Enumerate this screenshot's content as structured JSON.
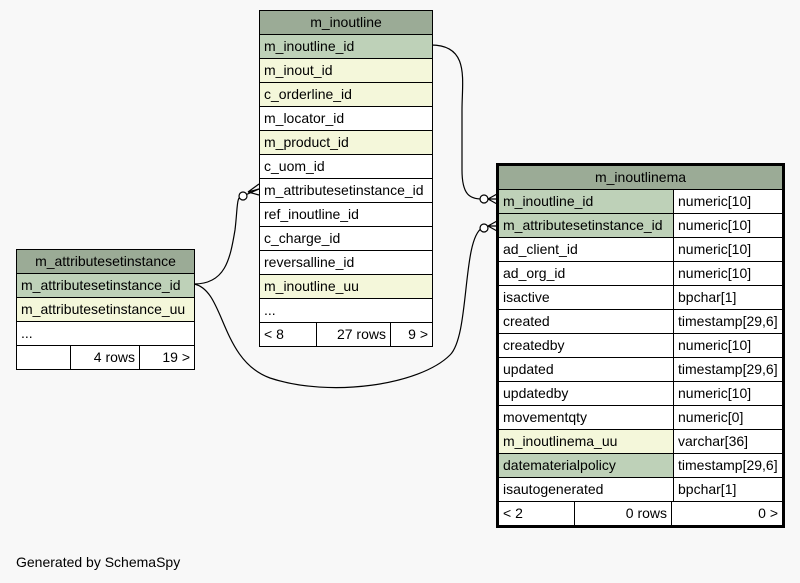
{
  "tables": {
    "m_inoutline": {
      "name": "m_inoutline",
      "columns": [
        {
          "name": "m_inoutline_id",
          "kind": "pk"
        },
        {
          "name": "m_inout_id",
          "kind": "fk"
        },
        {
          "name": "c_orderline_id",
          "kind": "fk"
        },
        {
          "name": "m_locator_id",
          "kind": "plain"
        },
        {
          "name": "m_product_id",
          "kind": "fk"
        },
        {
          "name": "c_uom_id",
          "kind": "plain"
        },
        {
          "name": "m_attributesetinstance_id",
          "kind": "plain"
        },
        {
          "name": "ref_inoutline_id",
          "kind": "plain"
        },
        {
          "name": "c_charge_id",
          "kind": "plain"
        },
        {
          "name": "reversalline_id",
          "kind": "plain"
        },
        {
          "name": "m_inoutline_uu",
          "kind": "fk"
        },
        {
          "name": "...",
          "kind": "plain"
        }
      ],
      "footer": {
        "left": "< 8",
        "mid": "27 rows",
        "right": "9 >"
      }
    },
    "m_inoutlinema": {
      "name": "m_inoutlinema",
      "columns": [
        {
          "name": "m_inoutline_id",
          "type": "numeric[10]",
          "kind": "pk"
        },
        {
          "name": "m_attributesetinstance_id",
          "type": "numeric[10]",
          "kind": "pk"
        },
        {
          "name": "ad_client_id",
          "type": "numeric[10]",
          "kind": "plain"
        },
        {
          "name": "ad_org_id",
          "type": "numeric[10]",
          "kind": "plain"
        },
        {
          "name": "isactive",
          "type": "bpchar[1]",
          "kind": "plain"
        },
        {
          "name": "created",
          "type": "timestamp[29,6]",
          "kind": "plain"
        },
        {
          "name": "createdby",
          "type": "numeric[10]",
          "kind": "plain"
        },
        {
          "name": "updated",
          "type": "timestamp[29,6]",
          "kind": "plain"
        },
        {
          "name": "updatedby",
          "type": "numeric[10]",
          "kind": "plain"
        },
        {
          "name": "movementqty",
          "type": "numeric[0]",
          "kind": "plain"
        },
        {
          "name": "m_inoutlinema_uu",
          "type": "varchar[36]",
          "kind": "fk"
        },
        {
          "name": "datematerialpolicy",
          "type": "timestamp[29,6]",
          "kind": "pk"
        },
        {
          "name": "isautogenerated",
          "type": "bpchar[1]",
          "kind": "plain"
        }
      ],
      "footer": {
        "left": "< 2",
        "mid": "0 rows",
        "right": "0 >"
      }
    },
    "m_attributesetinstance": {
      "name": "m_attributesetinstance",
      "columns": [
        {
          "name": "m_attributesetinstance_id",
          "kind": "pk"
        },
        {
          "name": "m_attributesetinstance_uu",
          "kind": "fk"
        },
        {
          "name": "...",
          "kind": "plain"
        }
      ],
      "footer": {
        "left": "",
        "mid": "4 rows",
        "right": "19 >"
      }
    }
  },
  "colors": {
    "header": "#9bab96",
    "primary_key": "#bed1b8",
    "indexed": "#f4f7da",
    "background": "#f8f8f8"
  },
  "footer_text": "Generated by SchemaSpy"
}
